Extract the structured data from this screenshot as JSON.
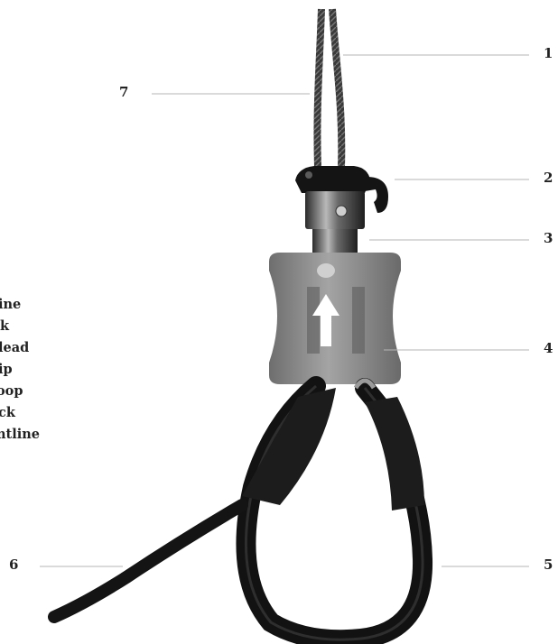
{
  "callouts": [
    {
      "number": "1"
    },
    {
      "number": "2"
    },
    {
      "number": "3"
    },
    {
      "number": "4"
    },
    {
      "number": "5"
    },
    {
      "number": "6"
    },
    {
      "number": "7"
    }
  ],
  "legend": [
    "ine",
    "k",
    "lead",
    "ip",
    "oop",
    "ck",
    "ntline"
  ],
  "colors": {
    "leader_line": "#b5b5b5",
    "collar_grey": "#8a8a8a",
    "arrow": "#ffffff",
    "rubber_black": "#151515",
    "chrome": "#6d6d6d"
  }
}
